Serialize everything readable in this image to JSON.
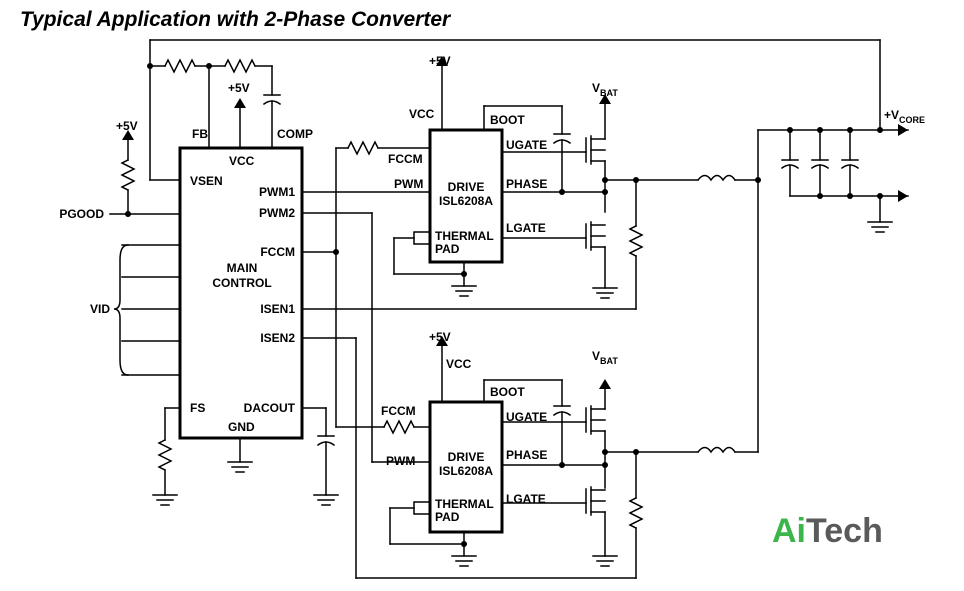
{
  "title": "Typical Application with 2-Phase Converter",
  "colors": {
    "wire": "#000000",
    "logo_ai": "#3cb54a",
    "logo_tech": "#5a5a5a"
  },
  "controller": {
    "name_line1": "MAIN",
    "name_line2": "CONTROL",
    "pins": {
      "fb": "FB",
      "comp": "COMP",
      "vcc": "VCC",
      "vsen": "VSEN",
      "pwm1": "PWM1",
      "pwm2": "PWM2",
      "fccm": "FCCM",
      "isen1": "ISEN1",
      "isen2": "ISEN2",
      "fs": "FS",
      "dacout": "DACOUT",
      "gnd": "GND"
    }
  },
  "driver1": {
    "name_line1": "DRIVE",
    "name_line2": "ISL6208A",
    "pins": {
      "vcc": "VCC",
      "boot": "BOOT",
      "fccm": "FCCM",
      "pwm": "PWM",
      "ugate": "UGATE",
      "phase": "PHASE",
      "lgate": "LGATE",
      "thermal": "THERMAL",
      "pad": "PAD"
    }
  },
  "driver2": {
    "name_line1": "DRIVE",
    "name_line2": "ISL6208A",
    "pins": {
      "vcc": "VCC",
      "boot": "BOOT",
      "fccm": "FCCM",
      "pwm": "PWM",
      "ugate": "UGATE",
      "phase": "PHASE",
      "lgate": "LGATE",
      "thermal": "THERMAL",
      "pad": "PAD"
    }
  },
  "labels": {
    "pgood": "PGOOD",
    "vid": "VID",
    "plus5v": "+5V",
    "vbat": "V",
    "vbat_sub": "BAT",
    "vcore": "+V",
    "vcore_sub": "CORE"
  },
  "logo": {
    "part1": "Ai",
    "part2": "Tech"
  }
}
